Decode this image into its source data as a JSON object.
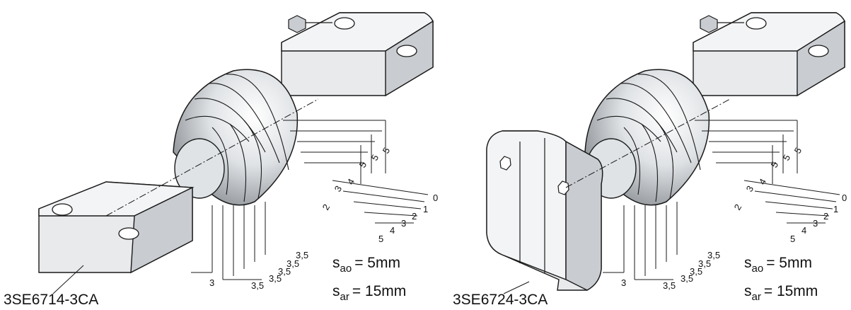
{
  "panels": [
    {
      "model": "3SE6714-3CA",
      "actuator": "plate",
      "sao": {
        "symbol": "s",
        "subscript": "ao",
        "value": "= 5mm"
      },
      "sar": {
        "symbol": "s",
        "subscript": "ar",
        "value": "= 15mm"
      },
      "vertical_dims": [
        "5",
        "5",
        "5",
        "4",
        "3",
        "2"
      ],
      "scale_dims": [
        "0",
        "1",
        "2",
        "3",
        "4",
        "5"
      ],
      "horizontal_dims": [
        "3,5",
        "3,5",
        "3,5",
        "3,5",
        "3,5",
        "3"
      ]
    },
    {
      "model": "3SE6724-3CA",
      "actuator": "bracket",
      "sao": {
        "symbol": "s",
        "subscript": "ao",
        "value": "= 5mm"
      },
      "sar": {
        "symbol": "s",
        "subscript": "ar",
        "value": "= 15mm"
      },
      "vertical_dims": [
        "5",
        "5",
        "5",
        "4",
        "3",
        "2"
      ],
      "scale_dims": [
        "0",
        "1",
        "2",
        "3",
        "4",
        "5"
      ],
      "horizontal_dims": [
        "3,5",
        "3,5",
        "3,5",
        "3,5",
        "3,5",
        "3"
      ]
    }
  ],
  "colors": {
    "body": "#e6e8ea",
    "body_shade": "#c9ccd0",
    "outline": "#1a1a1a"
  }
}
